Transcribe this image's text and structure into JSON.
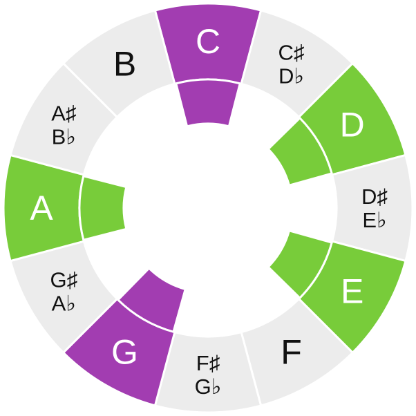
{
  "colors": {
    "natural": "#ececec",
    "accidental": "#ececec",
    "text_dark": "#111111",
    "text_light": "#ffffff",
    "highlight_purple": "#a23db1",
    "highlight_green": "#78cc3a",
    "divider": "#ffffff"
  },
  "notes": [
    {
      "name": "C",
      "lines": [
        "C"
      ],
      "highlight": "purple",
      "inner": true
    },
    {
      "name": "C#/Db",
      "lines": [
        "C♯",
        "D♭"
      ],
      "highlight": null,
      "inner": false
    },
    {
      "name": "D",
      "lines": [
        "D"
      ],
      "highlight": "green",
      "inner": true
    },
    {
      "name": "D#/Eb",
      "lines": [
        "D♯",
        "E♭"
      ],
      "highlight": null,
      "inner": false
    },
    {
      "name": "E",
      "lines": [
        "E"
      ],
      "highlight": "green",
      "inner": true
    },
    {
      "name": "F",
      "lines": [
        "F"
      ],
      "highlight": null,
      "inner": false
    },
    {
      "name": "F#/Gb",
      "lines": [
        "F♯",
        "G♭"
      ],
      "highlight": null,
      "inner": false
    },
    {
      "name": "G",
      "lines": [
        "G"
      ],
      "highlight": "purple",
      "inner": true
    },
    {
      "name": "G#/Ab",
      "lines": [
        "G♯",
        "A♭"
      ],
      "highlight": null,
      "inner": false
    },
    {
      "name": "A",
      "lines": [
        "A"
      ],
      "highlight": "green",
      "inner": true
    },
    {
      "name": "A#/Bb",
      "lines": [
        "A♯",
        "B♭"
      ],
      "highlight": null,
      "inner": false
    },
    {
      "name": "B",
      "lines": [
        "B"
      ],
      "highlight": null,
      "inner": false
    }
  ]
}
